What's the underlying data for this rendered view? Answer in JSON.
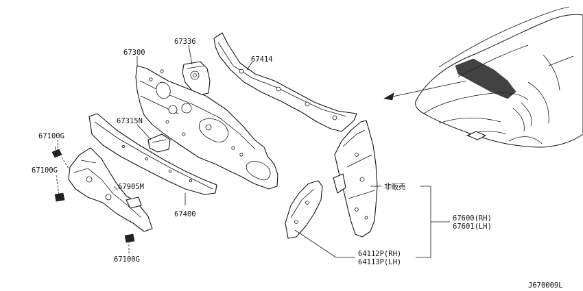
{
  "labels": {
    "p67300": "67300",
    "p67336": "67336",
    "p67414": "67414",
    "p67315n": "67315N",
    "p67100g_top": "67100G",
    "p67100g_mid": "67100G",
    "p67100g_bottom": "67100G",
    "p67905m": "67905M",
    "p67400": "67400",
    "not_for_sale": "非販売",
    "p67600_rh": "67600(RH)",
    "p67601_lh": "67601(LH)",
    "p64112p_rh": "64112P(RH)",
    "p64113p_lh": "64113P(LH)"
  },
  "diagram_code": "J670009L",
  "colors": {
    "line": "#111111",
    "background": "#ffffff"
  }
}
